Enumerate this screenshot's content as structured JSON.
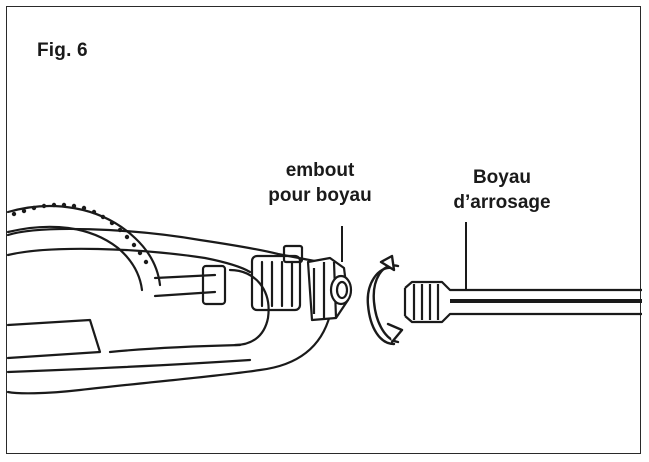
{
  "figure": {
    "label": "Fig. 6"
  },
  "callouts": {
    "endpiece": {
      "line1": "embout",
      "line2": "pour boyau"
    },
    "hose": {
      "line1": "Boyau",
      "line2": "d’arrosage"
    }
  },
  "icons": {
    "sprinkler": "oscillating-sprinkler-icon",
    "connector": "hose-connector-icon",
    "rotation": "rotate-arrow-icon",
    "hose": "garden-hose-icon"
  },
  "colors": {
    "ink": "#1a1a1a",
    "paper": "#ffffff"
  }
}
